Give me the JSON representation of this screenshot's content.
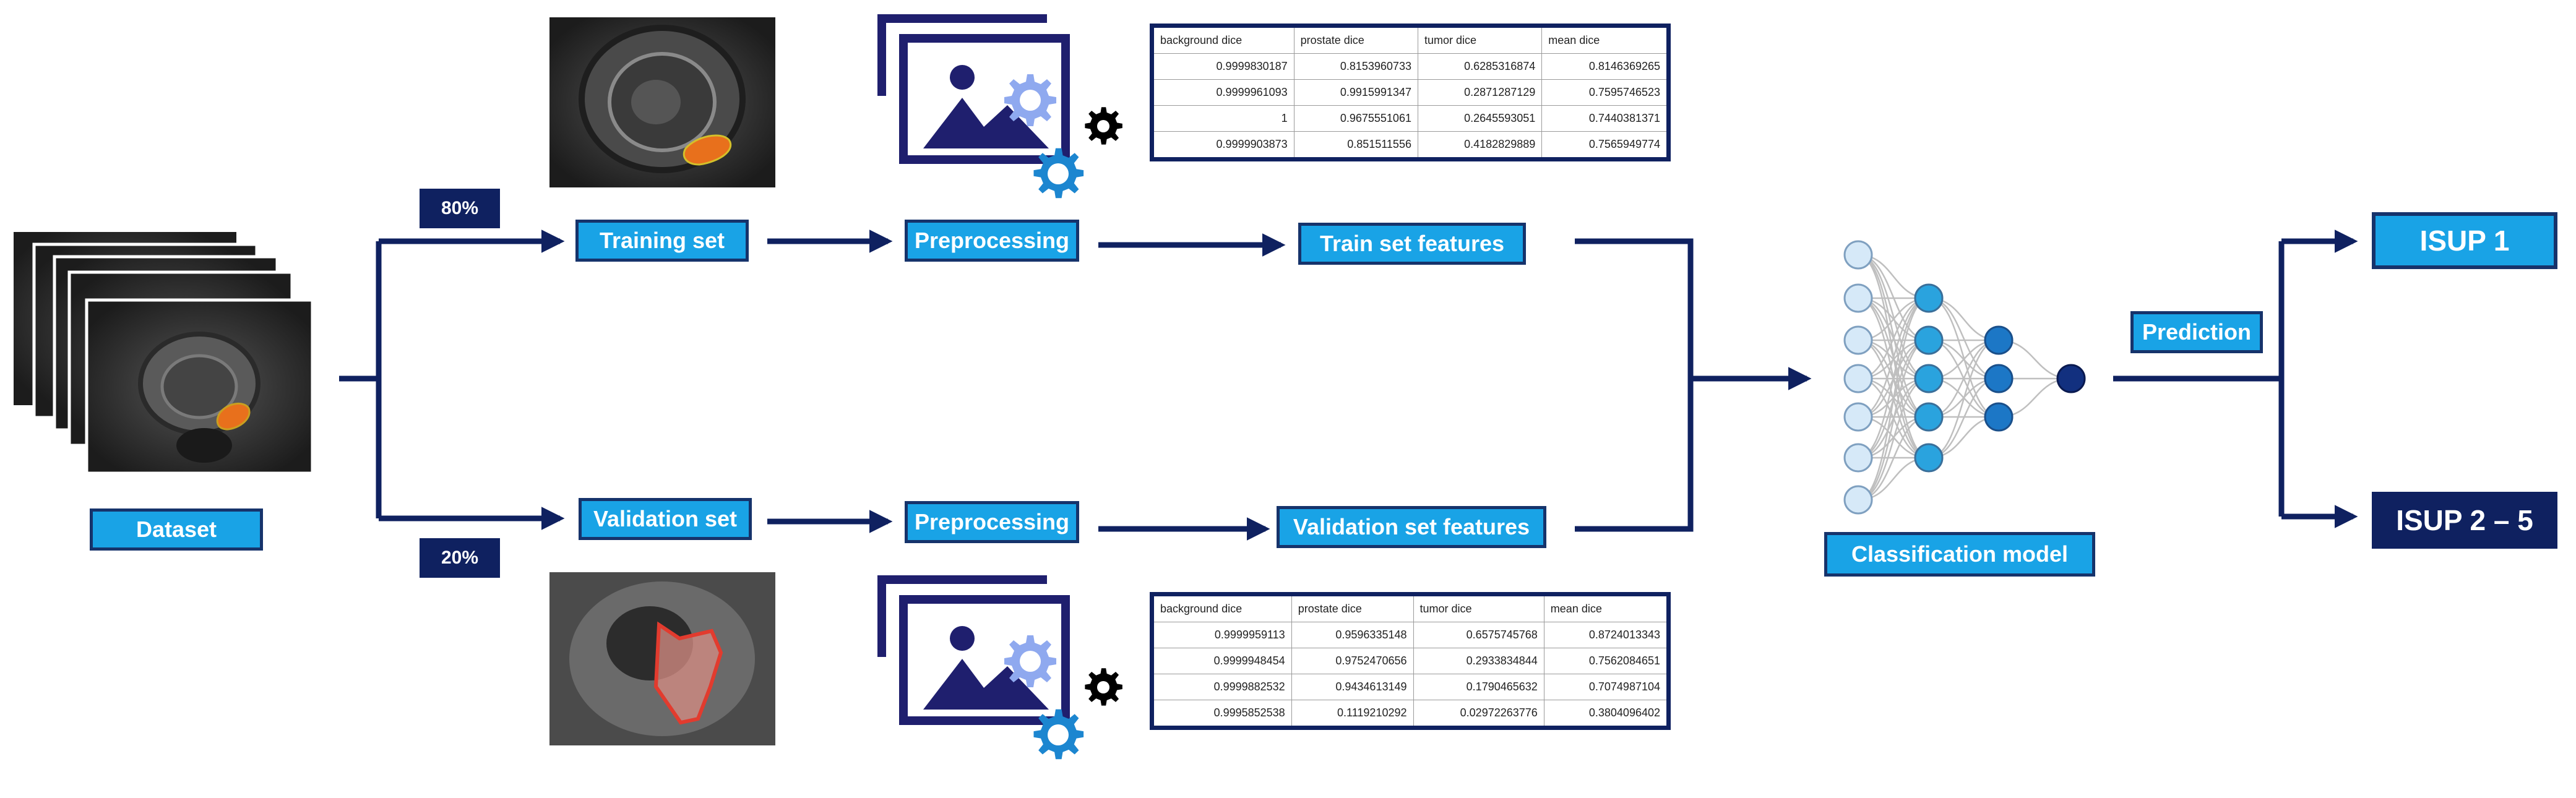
{
  "labels": {
    "dataset": "Dataset",
    "training_set": "Training set",
    "validation_set": "Validation set",
    "preprocessing_top": "Preprocessing",
    "preprocessing_bottom": "Preprocessing",
    "train_features": "Train set features",
    "validation_features": "Validation set features",
    "classification_model": "Classification model",
    "prediction": "Prediction",
    "isup1": "ISUP 1",
    "isup25": "ISUP 2 – 5",
    "pct_train": "80%",
    "pct_val": "20%"
  },
  "train_table": {
    "headers": [
      "background dice",
      "prostate dice",
      "tumor dice",
      "mean dice"
    ],
    "rows": [
      [
        "0.9999830187",
        "0.8153960733",
        "0.6285316874",
        "0.8146369265"
      ],
      [
        "0.9999961093",
        "0.9915991347",
        "0.2871287129",
        "0.7595746523"
      ],
      [
        "1",
        "0.9675551061",
        "0.2645593051",
        "0.7440381371"
      ],
      [
        "0.9999903873",
        "0.851511556",
        "0.4182829889",
        "0.7565949774"
      ]
    ]
  },
  "val_table": {
    "headers": [
      "background dice",
      "prostate dice",
      "tumor dice",
      "mean dice"
    ],
    "rows": [
      [
        "0.9999959113",
        "0.9596335148",
        "0.6575745768",
        "0.8724013343"
      ],
      [
        "0.9999948454",
        "0.9752470656",
        "0.2933834844",
        "0.7562084651"
      ],
      [
        "0.9999882532",
        "0.9434613149",
        "0.1790465632",
        "0.7074987104"
      ],
      [
        "0.9995852538",
        "0.1119210292",
        "0.02972263776",
        "0.3804096402"
      ]
    ]
  },
  "colors": {
    "navy": "#0f2160",
    "light_blue": "#19a3e6",
    "node_pale": "#d6e9f8",
    "node_mid": "#2aa3de",
    "node_deep": "#1c77c6",
    "node_out": "#12307f",
    "tumor_train": "#e8701c",
    "tumor_val": "#e23b2e",
    "gear_light": "#8fa9ef",
    "gear_blue": "#1c86d0",
    "gear_black": "#000000"
  },
  "icons": [
    "mri-slice-image",
    "preprocessing-image-gear-icon",
    "neural-network-icon",
    "arrow-icon"
  ]
}
